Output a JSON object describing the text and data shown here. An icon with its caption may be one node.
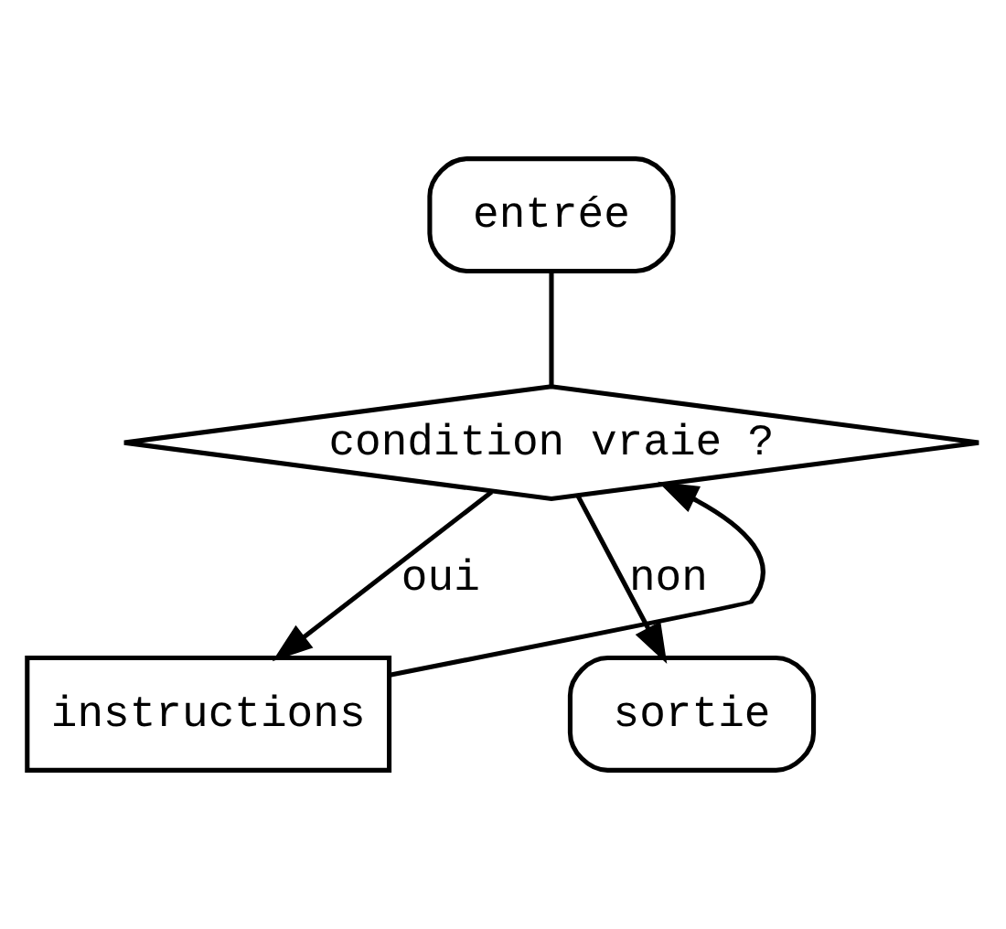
{
  "diagram": {
    "nodes": [
      {
        "text": [
          "entrée"
        ]
      },
      {
        "text": [
          "condition vraie ?"
        ]
      },
      {
        "text": [
          "instructions"
        ]
      },
      {
        "text": [
          "sortie"
        ]
      }
    ],
    "edges": [
      {
        "from": 0,
        "to": 1,
        "arrow": "none"
      },
      {
        "from": 1,
        "to": 2,
        "label": "oui",
        "arrow": "to"
      },
      {
        "from": 1,
        "to": 3,
        "label": "non",
        "arrow": "to"
      },
      {
        "from": 2,
        "to": 1,
        "arrow": "to"
      }
    ]
  }
}
